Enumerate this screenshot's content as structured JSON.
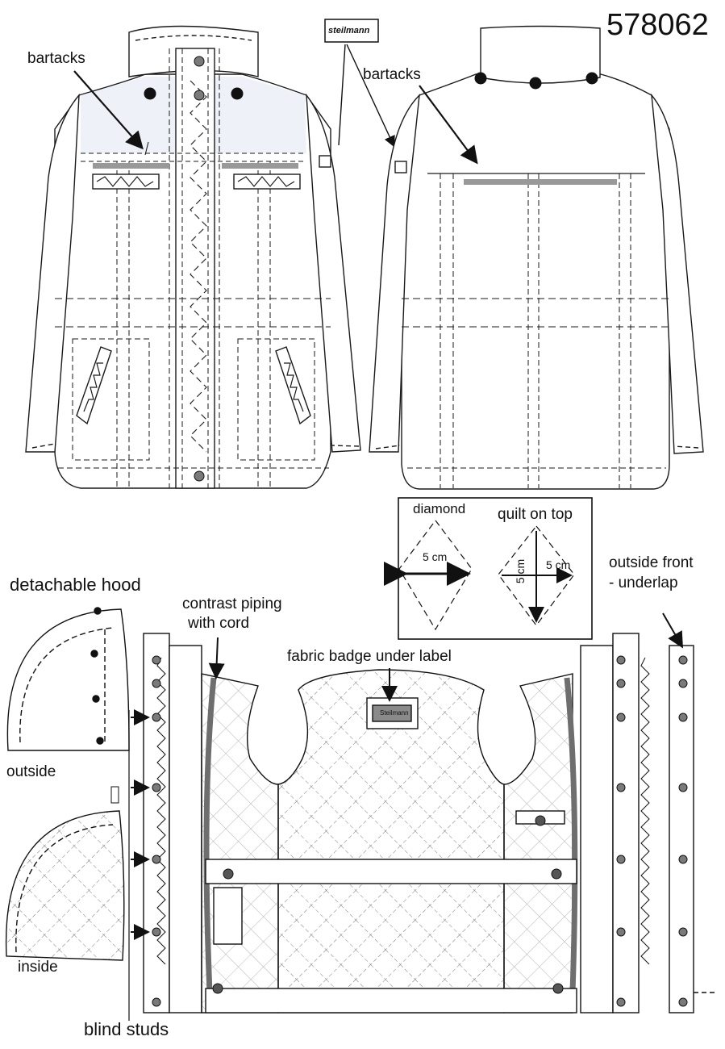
{
  "style_number": "578062",
  "brand_label": "steilmann",
  "labels": {
    "bartacks_front": "bartacks",
    "bartacks_back": "bartacks",
    "detachable_hood": "detachable hood",
    "outside": "outside",
    "inside": "inside",
    "contrast_piping": "contrast piping",
    "with_cord": "with cord",
    "fabric_badge": "fabric badge under label",
    "outside_front": "outside front",
    "underlap": "- underlap",
    "blind_studs": "blind studs"
  },
  "legend": {
    "diamond_title": "diamond",
    "quilt_title": "quilt on top",
    "dim_horizontal": "5 cm",
    "dim_quilt_h": "5 cm",
    "dim_quilt_v": "5 cm"
  },
  "badge_text": "Steilmann",
  "colors": {
    "line": "#1a1a1a",
    "yoke_fill": "#eef2f8",
    "bartack_bar": "#999999",
    "piping": "#6e6e6e",
    "stud": "#7a7a7a"
  }
}
